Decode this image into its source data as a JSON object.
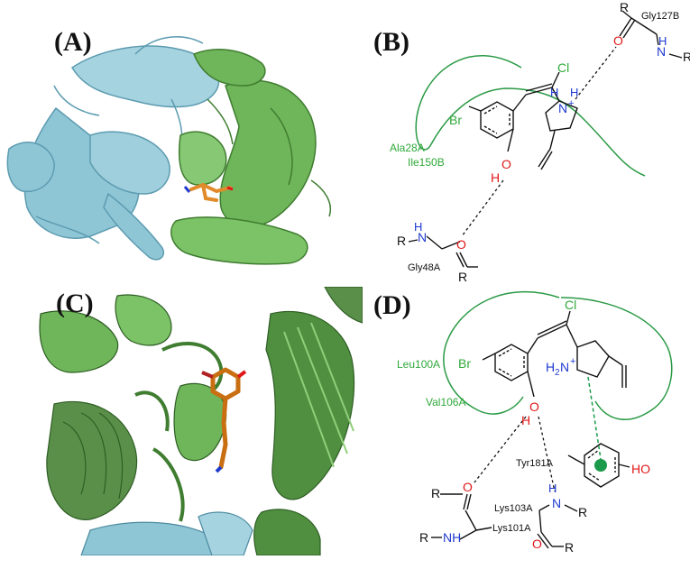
{
  "panels": {
    "a": {
      "label": "(A)"
    },
    "b": {
      "label": "(B)",
      "atoms": {
        "cl": "Cl",
        "br": "Br",
        "o": "O",
        "h_phenol": "H",
        "n": "N",
        "n_plus": "+",
        "h1": "H",
        "h2": "H",
        "r": "R"
      },
      "residues": {
        "gly127": "Gly127B",
        "ala28": "Ala28A",
        "ile150": "Ile150B",
        "gly48": "Gly48A"
      },
      "gly127": {
        "r1": "R",
        "o": "O",
        "n": "N",
        "h": "H",
        "r2": "R"
      },
      "gly48": {
        "r1": "R",
        "n": "N",
        "h": "H",
        "o": "O",
        "r2": "R"
      }
    },
    "c": {
      "label": "(C)"
    },
    "d": {
      "label": "(D)",
      "atoms": {
        "cl": "Cl",
        "br": "Br",
        "o": "O",
        "h": "H",
        "h2n": "H",
        "sub2": "2",
        "n": "N",
        "plus": "+"
      },
      "residues": {
        "leu100": "Leu100A",
        "val106": "Val106A",
        "tyr181": "Tyr181A",
        "lys103": "Lys103A",
        "lys101": "Lys101A"
      },
      "tyr": {
        "ho": "HO"
      },
      "lys101": {
        "r1": "R",
        "o": "O",
        "r2": "R",
        "nh": "NH"
      },
      "lys103": {
        "h": "H",
        "n": "N",
        "r1": "R",
        "o": "O",
        "r2": "R"
      }
    }
  },
  "colors": {
    "ribbon_blue": "#8fc6d6",
    "ribbon_green": "#6fb55a",
    "ribbon_dark_green": "#4f8f3f",
    "ligand_orange": "#e08a2a",
    "pocket_green": "#2a9a45",
    "label_green": "#2fa83a",
    "hetero_red": "#e01818",
    "hetero_blue": "#1f3ad0",
    "pi_dot": "#1a9a4a"
  }
}
